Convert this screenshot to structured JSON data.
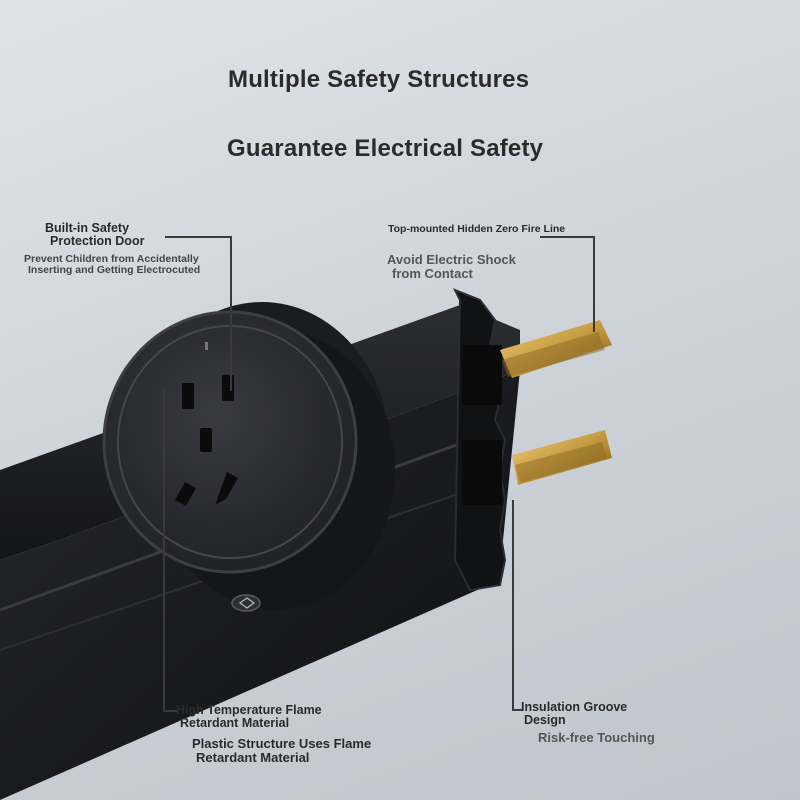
{
  "headline": {
    "line1": "Multiple Safety Structures",
    "line2": "Guarantee Electrical Safety"
  },
  "callouts": {
    "safety_door": {
      "title_line1": "Built-in Safety",
      "title_line2": "Protection Door",
      "desc_line1": "Prevent Children from Accidentally",
      "desc_line2": "Inserting and Getting Electrocuted"
    },
    "zero_fire_line": {
      "title": "Top-mounted Hidden Zero Fire Line",
      "desc_line1": "Avoid Electric Shock",
      "desc_line2": "from Contact"
    },
    "flame_retardant": {
      "title_line1": "High Temperature Flame",
      "title_line2": "Retardant Material",
      "desc_line1": "Plastic Structure Uses Flame",
      "desc_line2": "Retardant Material"
    },
    "insulation_groove": {
      "title_line1": "Insulation Groove",
      "title_line2": "Design",
      "desc": "Risk-free Touching"
    }
  },
  "colors": {
    "background": "#cfd4da",
    "rail": "#1c1d20",
    "socket": "#2a2b2f",
    "contacts": "#c9a24e"
  }
}
